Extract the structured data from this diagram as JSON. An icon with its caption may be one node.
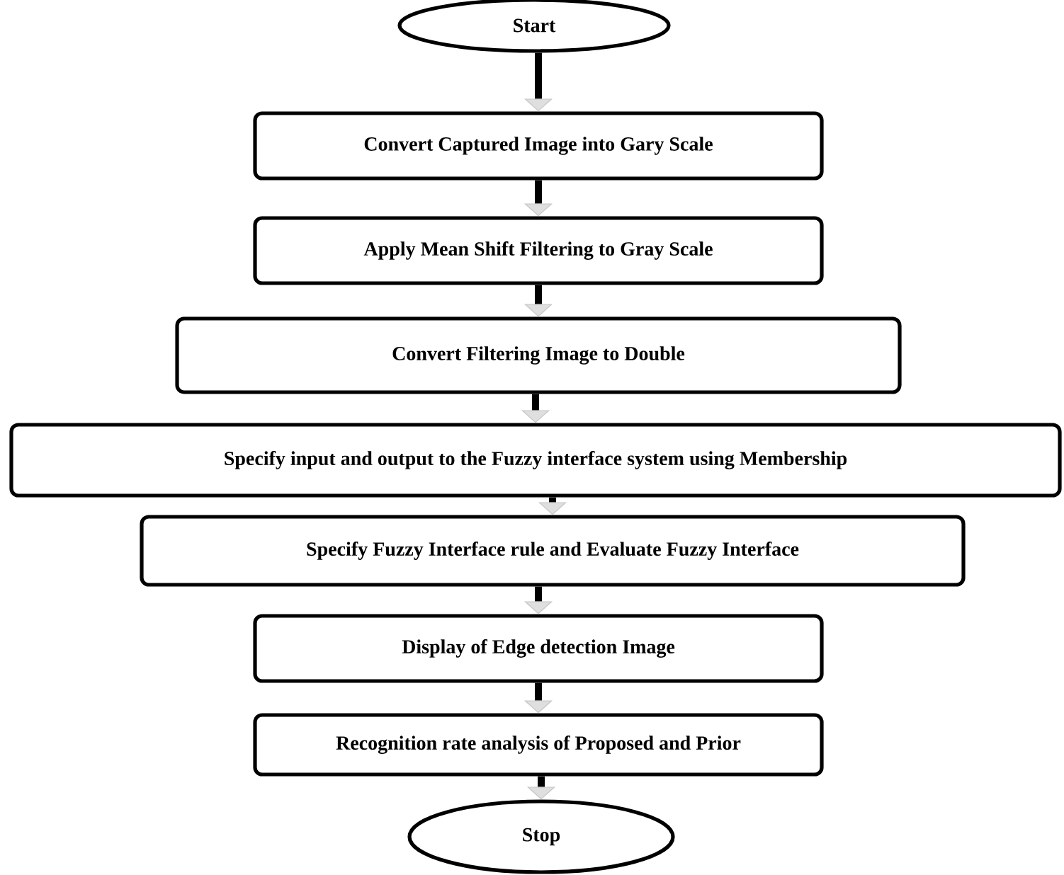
{
  "diagram": {
    "nodes": [
      {
        "text": [
          "Start"
        ]
      },
      {
        "text": [
          "Convert Captured Image into Gary Scale"
        ]
      },
      {
        "text": [
          "Apply Mean Shift Filtering to Gray Scale"
        ]
      },
      {
        "text": [
          "Convert Filtering Image to Double"
        ]
      },
      {
        "text": [
          "Specify input and output to the Fuzzy interface system using Membership"
        ]
      },
      {
        "text": [
          "Specify Fuzzy Interface rule and Evaluate Fuzzy Interface"
        ]
      },
      {
        "text": [
          "Display of Edge detection Image"
        ]
      },
      {
        "text": [
          "Recognition rate analysis of Proposed and Prior"
        ]
      },
      {
        "text": [
          "Stop"
        ]
      }
    ],
    "edges": [
      {
        "from": 0,
        "to": 1,
        "arrow": "to"
      },
      {
        "from": 1,
        "to": 2,
        "arrow": "to"
      },
      {
        "from": 2,
        "to": 3,
        "arrow": "to"
      },
      {
        "from": 3,
        "to": 4,
        "arrow": "to"
      },
      {
        "from": 4,
        "to": 5,
        "arrow": "to"
      },
      {
        "from": 5,
        "to": 6,
        "arrow": "to"
      },
      {
        "from": 6,
        "to": 7,
        "arrow": "to"
      },
      {
        "from": 7,
        "to": 8,
        "arrow": "to"
      }
    ]
  }
}
